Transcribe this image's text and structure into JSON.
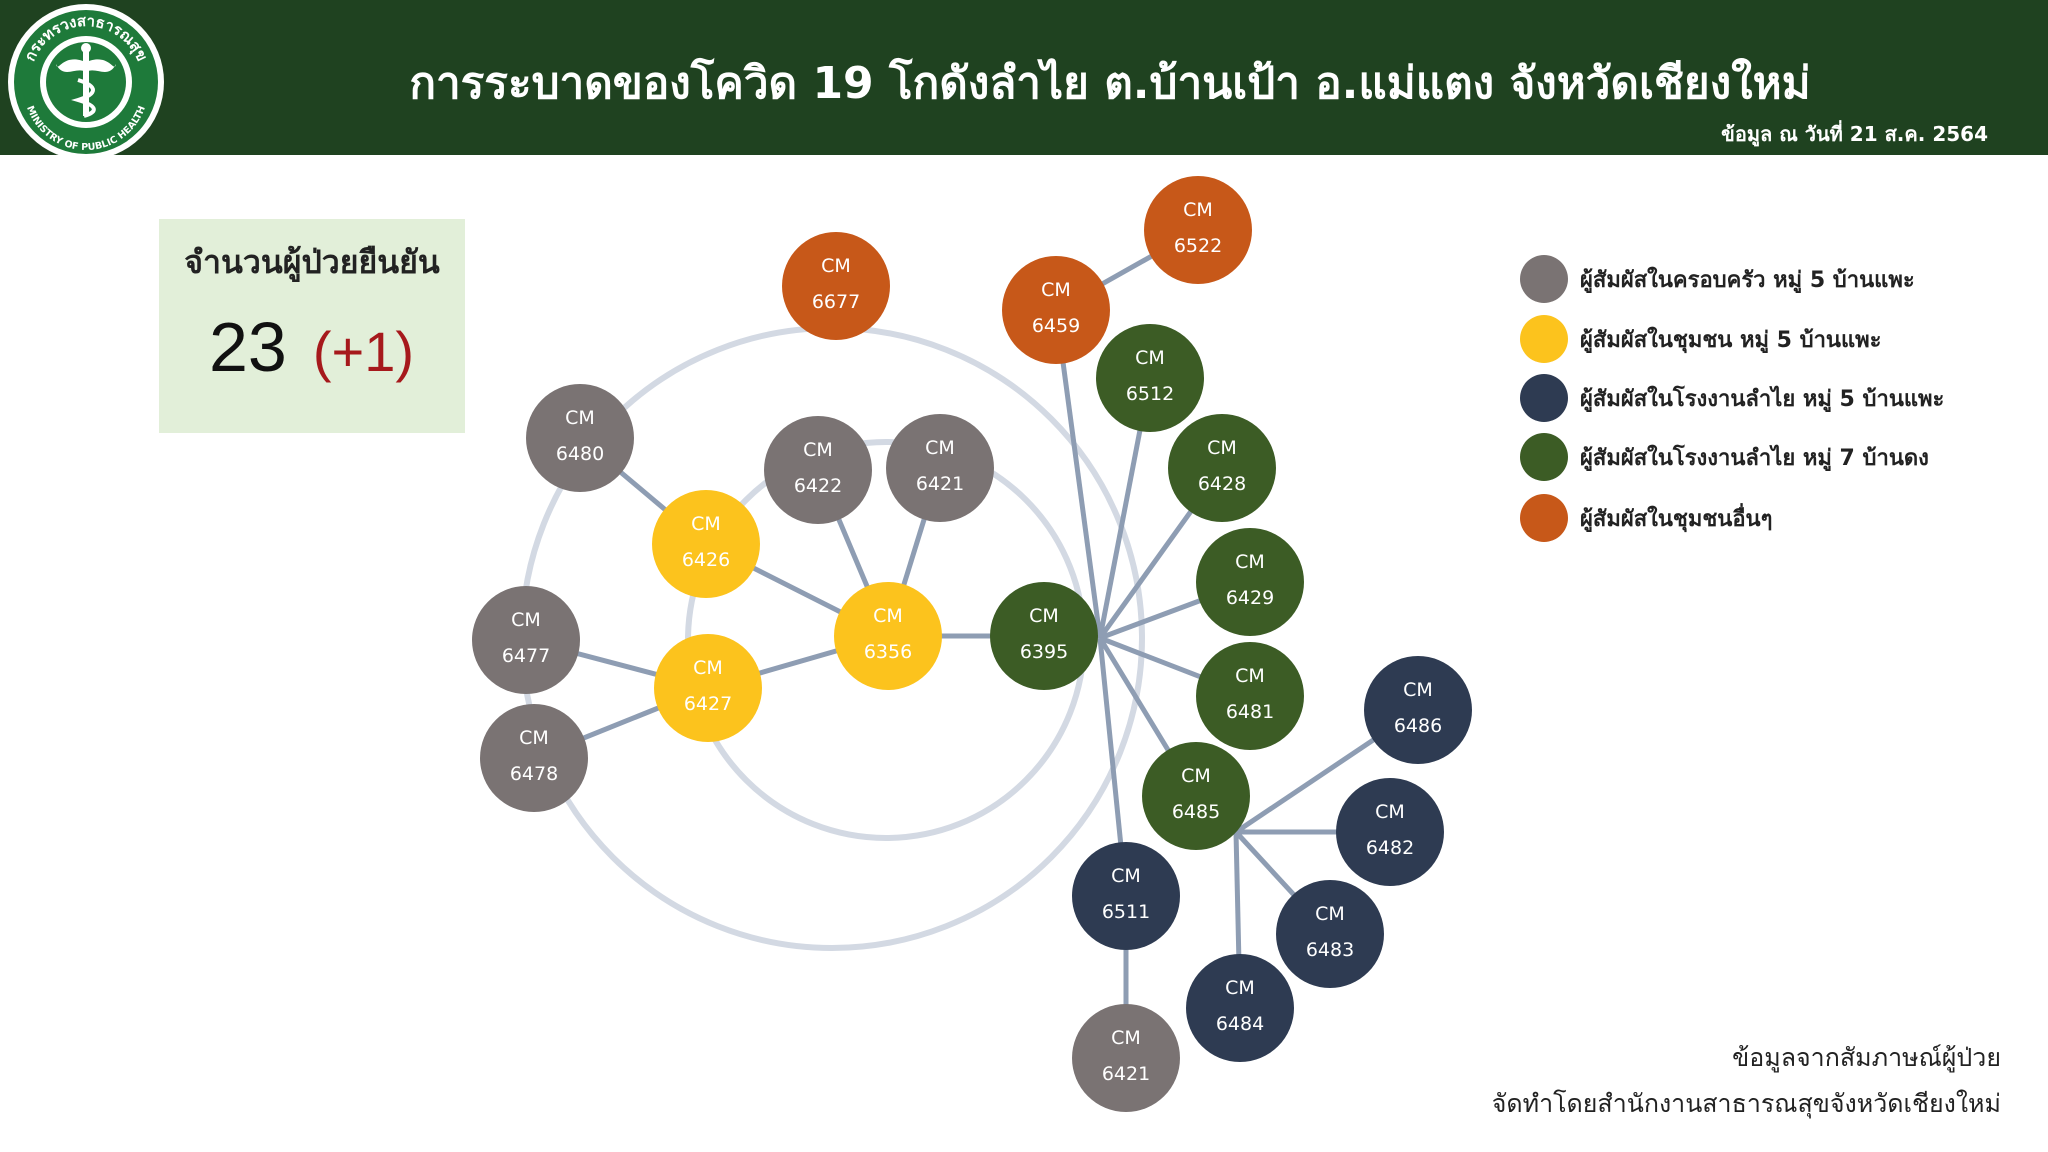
{
  "header": {
    "title": "การระบาดของโควิด 19 โกดังลำไย ต.บ้านเป้า อ.แม่แตง จังหวัดเชียงใหม่",
    "date": "ข้อมูล ณ วันที่ 21 ส.ค. 2564",
    "logo_top": "กระทรวงสาธารณสุข",
    "logo_bottom": "MINISTRY OF PUBLIC HEALTH"
  },
  "summary": {
    "label": "จำนวนผู้ป่วยยืนยัน",
    "count": "23",
    "new": "(+1)"
  },
  "legend": [
    {
      "label": "ผู้สัมผัสในครอบครัว หมู่ 5 บ้านแพะ",
      "color": "#7a7373"
    },
    {
      "label": "ผู้สัมผัสในชุมชน หมู่ 5 บ้านแพะ",
      "color": "#fcc31d"
    },
    {
      "label": "ผู้สัมผัสในโรงงานลำไย หมู่ 5 บ้านแพะ",
      "color": "#2e3b52"
    },
    {
      "label": "ผู้สัมผัสในโรงงานลำไย หมู่ 7 บ้านดง",
      "color": "#3c5c25"
    },
    {
      "label": "ผู้สัมผัสในชุมชนอื่นๆ",
      "color": "#c75819"
    }
  ],
  "nodes": [
    {
      "id": "n6677",
      "prefix": "CM",
      "num": "6677",
      "group": 4
    },
    {
      "id": "n6459",
      "prefix": "CM",
      "num": "6459",
      "group": 4
    },
    {
      "id": "n6522",
      "prefix": "CM",
      "num": "6522",
      "group": 4
    },
    {
      "id": "n6480",
      "prefix": "CM",
      "num": "6480",
      "group": 0
    },
    {
      "id": "n6422",
      "prefix": "CM",
      "num": "6422",
      "group": 0
    },
    {
      "id": "n6421a",
      "prefix": "CM",
      "num": "6421",
      "group": 0
    },
    {
      "id": "n6477",
      "prefix": "CM",
      "num": "6477",
      "group": 0
    },
    {
      "id": "n6478",
      "prefix": "CM",
      "num": "6478",
      "group": 0
    },
    {
      "id": "n6421b",
      "prefix": "CM",
      "num": "6421",
      "group": 0
    },
    {
      "id": "n6426",
      "prefix": "CM",
      "num": "6426",
      "group": 1
    },
    {
      "id": "n6427",
      "prefix": "CM",
      "num": "6427",
      "group": 1
    },
    {
      "id": "n6356",
      "prefix": "CM",
      "num": "6356",
      "group": 1
    },
    {
      "id": "n6395",
      "prefix": "CM",
      "num": "6395",
      "group": 3
    },
    {
      "id": "n6512",
      "prefix": "CM",
      "num": "6512",
      "group": 3
    },
    {
      "id": "n6428",
      "prefix": "CM",
      "num": "6428",
      "group": 3
    },
    {
      "id": "n6429",
      "prefix": "CM",
      "num": "6429",
      "group": 3
    },
    {
      "id": "n6481",
      "prefix": "CM",
      "num": "6481",
      "group": 3
    },
    {
      "id": "n6485",
      "prefix": "CM",
      "num": "6485",
      "group": 3
    },
    {
      "id": "n6486",
      "prefix": "CM",
      "num": "6486",
      "group": 2
    },
    {
      "id": "n6482",
      "prefix": "CM",
      "num": "6482",
      "group": 2
    },
    {
      "id": "n6483",
      "prefix": "CM",
      "num": "6483",
      "group": 2
    },
    {
      "id": "n6484",
      "prefix": "CM",
      "num": "6484",
      "group": 2
    },
    {
      "id": "n6511",
      "prefix": "CM",
      "num": "6511",
      "group": 2
    }
  ],
  "edges": [
    [
      "n6480",
      "n6426"
    ],
    [
      "n6426",
      "n6356"
    ],
    [
      "n6427",
      "n6356"
    ],
    [
      "n6477",
      "n6427"
    ],
    [
      "n6478",
      "n6427"
    ],
    [
      "n6422",
      "n6356"
    ],
    [
      "n6421a",
      "n6356"
    ],
    [
      "n6356",
      "n6395"
    ],
    [
      "n6459",
      "n6522"
    ],
    [
      "n6511",
      "n6421b"
    ]
  ],
  "footer": {
    "line1": "ข้อมูลจากสัมภาษณ์ผู้ป่วย",
    "line2": "จัดทำโดยสำนักงานสาธารณสุขจังหวัดเชียงใหม่"
  }
}
